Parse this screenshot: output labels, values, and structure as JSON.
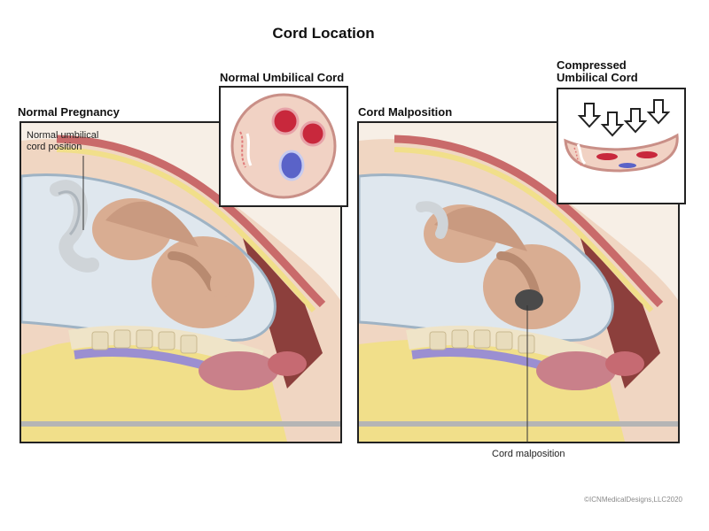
{
  "title": "Cord Location",
  "left_panel": {
    "label": "Normal Pregnancy",
    "callout": "Normal umbilical cord position",
    "inset_label": "Normal Umbilical Cord"
  },
  "right_panel": {
    "label": "Cord Malposition",
    "callout": "Cord malposition",
    "inset_label_line1": "Compressed",
    "inset_label_line2": "Umbilical Cord"
  },
  "copyright": "©ICNMedicalDesigns,LLC2020",
  "colors": {
    "artery": "#c8283c",
    "vein": "#5a63c8",
    "cord_tissue": "#f1d2c4",
    "skin": "#f0d6c2",
    "amniotic": "#dfe7ee",
    "muscle": "#b85050",
    "bone": "#efe4c8",
    "fat": "#f1df8a"
  }
}
